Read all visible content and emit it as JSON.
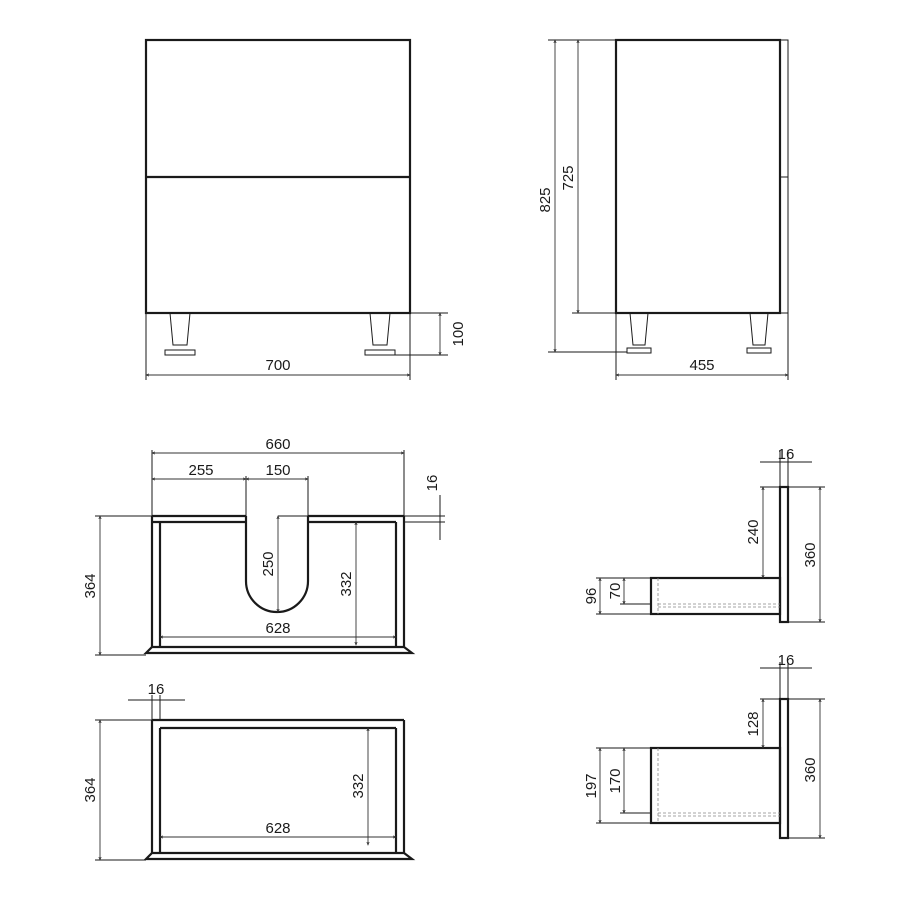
{
  "front_view": {
    "width": "700",
    "leg_height": "100"
  },
  "side_view": {
    "total_height": "825",
    "body_height": "725",
    "depth": "455"
  },
  "top_section_upper": {
    "outer_width": "660",
    "cutout_offset": "255",
    "cutout_width": "150",
    "panel_thickness": "16",
    "depth": "364",
    "cutout_depth": "250",
    "inner_depth": "332",
    "inner_width": "628"
  },
  "top_section_lower": {
    "panel_thickness": "16",
    "depth": "364",
    "inner_depth": "332",
    "inner_width": "628"
  },
  "side_section_upper": {
    "panel_thickness": "16",
    "offset": "240",
    "height": "360",
    "outer": "96",
    "inner": "70"
  },
  "side_section_lower": {
    "panel_thickness": "16",
    "offset": "128",
    "height": "360",
    "outer": "197",
    "inner": "170"
  },
  "colors": {
    "line": "#1a1a1a"
  }
}
